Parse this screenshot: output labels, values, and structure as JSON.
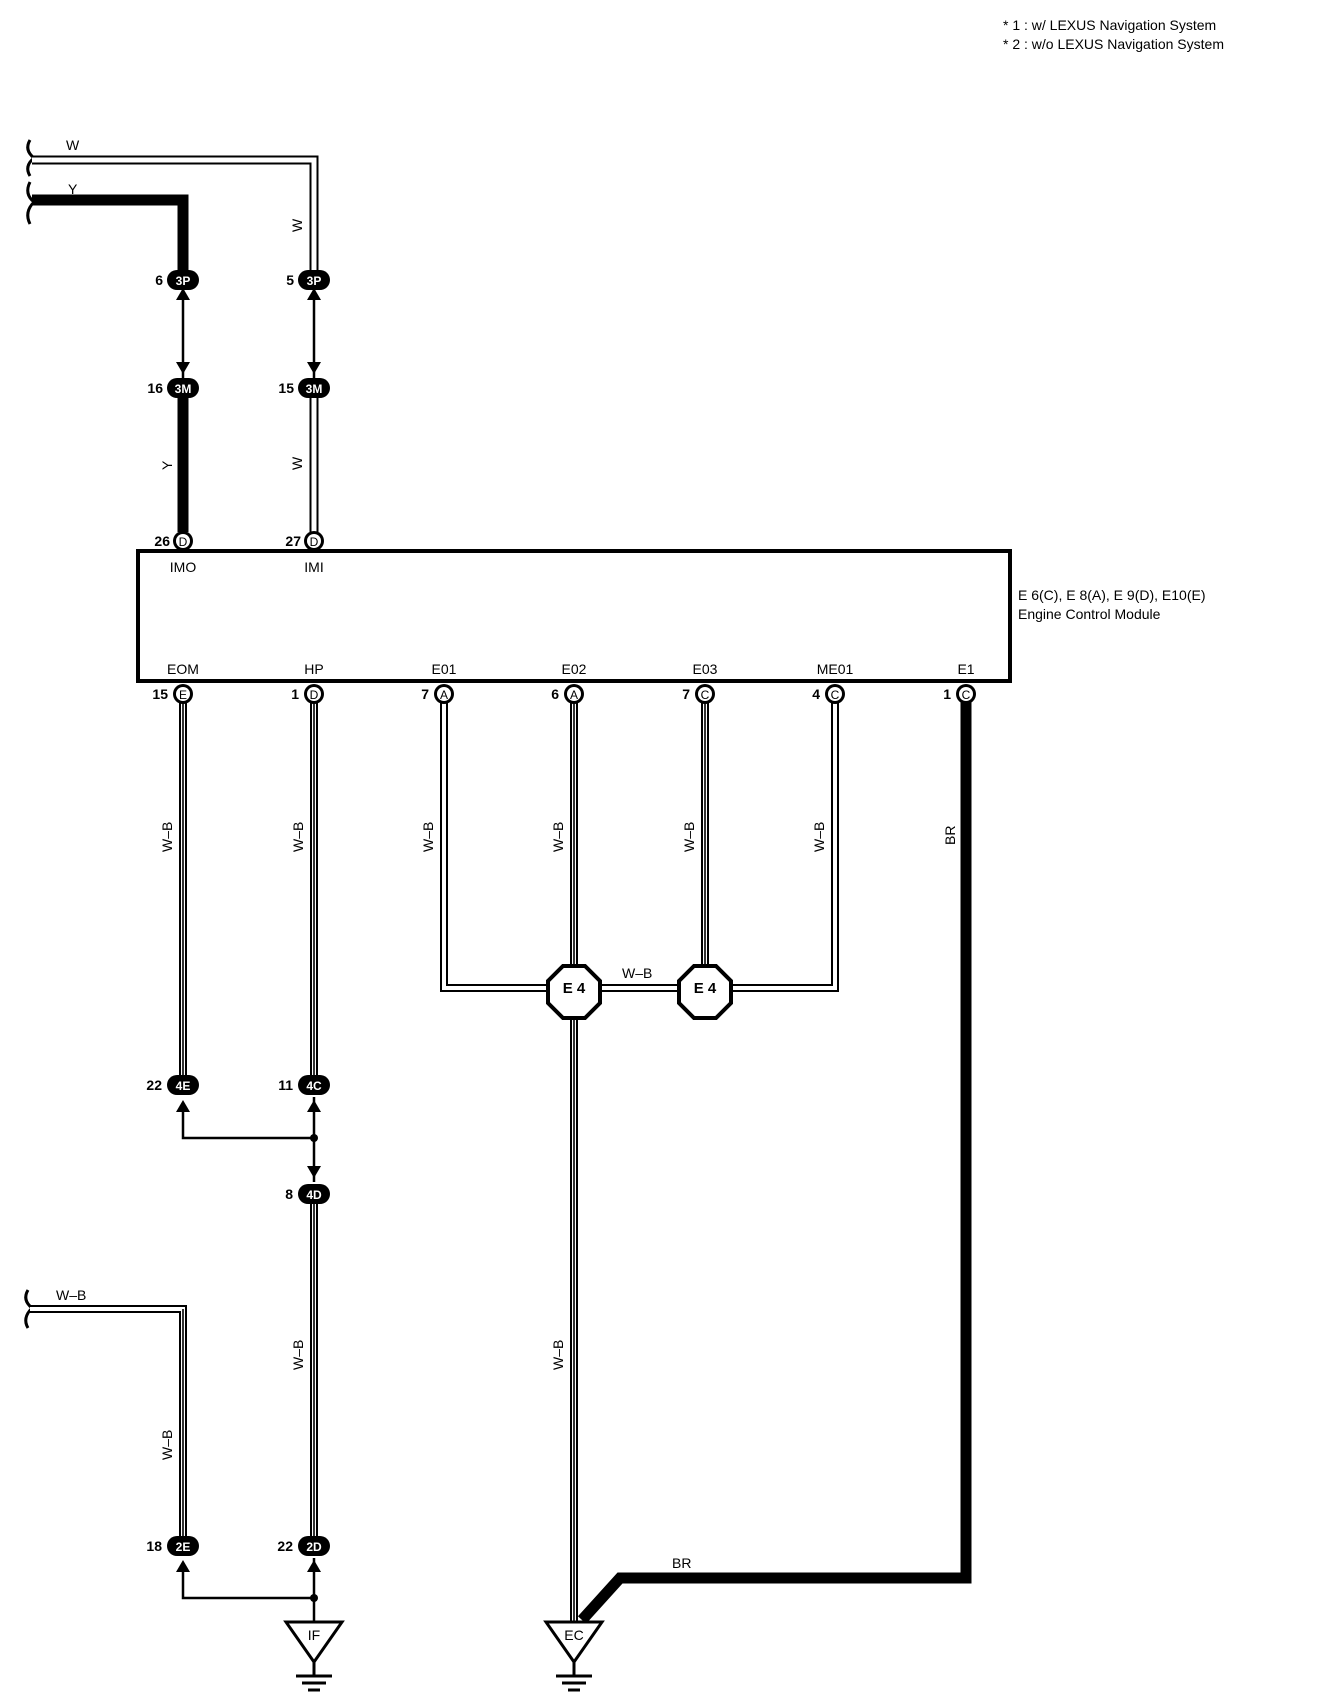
{
  "notes": [
    "* 1 : w/ LEXUS Navigation System",
    "* 2 : w/o LEXUS Navigation System"
  ],
  "ecm": {
    "connectors": "E 6(C), E 8(A), E 9(D), E10(E)",
    "name": "Engine Control Module",
    "top_terminals": [
      "IMO",
      "IMI"
    ],
    "bottom_terminals": [
      "EOM",
      "HP",
      "E01",
      "E02",
      "E03",
      "ME01",
      "E1"
    ]
  },
  "wires": {
    "w": "W",
    "y": "Y",
    "wb": "W–B",
    "br": "BR"
  },
  "connectors": {
    "c3p": "3P",
    "c3m": "3M",
    "d": "D",
    "e": "E",
    "a": "A",
    "c": "C",
    "c4e": "4E",
    "c4c": "4C",
    "c4d": "4D",
    "c2e": "2E",
    "c2d": "2D"
  },
  "pins": {
    "p6": "6",
    "p5": "5",
    "p16": "16",
    "p15": "15",
    "p26": "26",
    "p27": "27",
    "p15b": "15",
    "p1": "1",
    "p7": "7",
    "p6b": "6",
    "p7b": "7",
    "p4": "4",
    "p1b": "1",
    "p22": "22",
    "p11": "11",
    "p8": "8",
    "p18": "18",
    "p22b": "22"
  },
  "junctions": [
    "E 4",
    "E 4"
  ],
  "grounds": [
    "IF",
    "EC"
  ]
}
